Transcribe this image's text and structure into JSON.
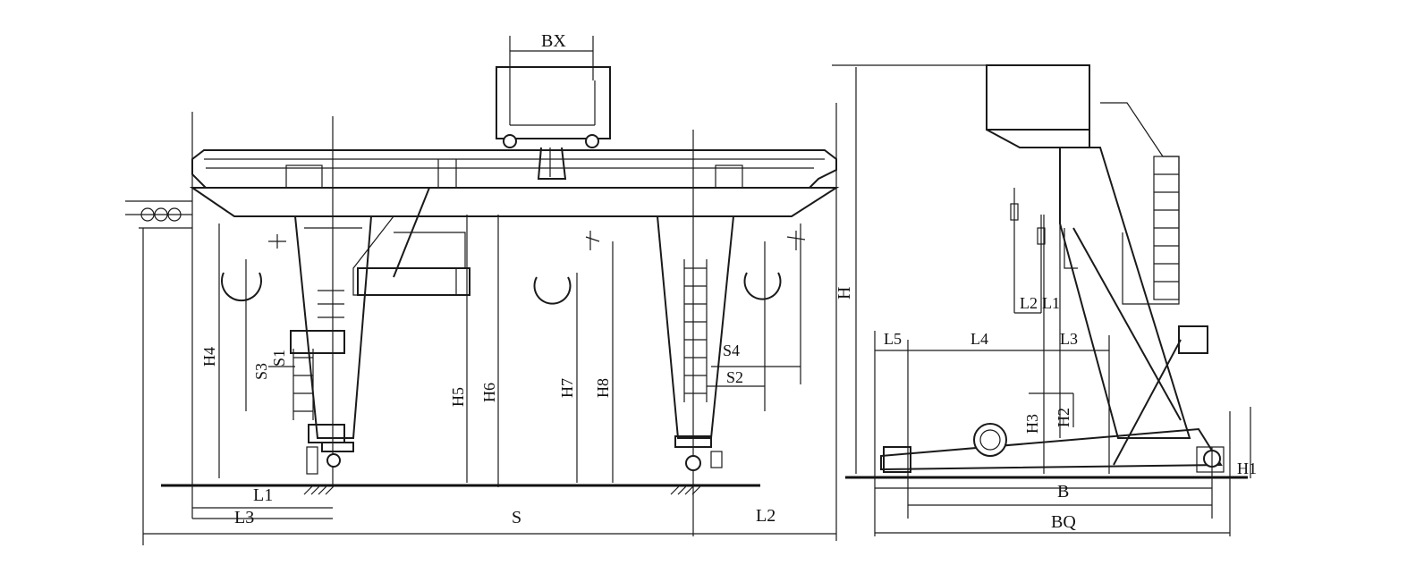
{
  "front_view": {
    "labels": {
      "bx": "BX",
      "h4": "H4",
      "h5": "H5",
      "h6": "H6",
      "h7": "H7",
      "h8": "H8",
      "s": "S",
      "s1": "S1",
      "s2": "S2",
      "s3": "S3",
      "s4": "S4",
      "l1": "L1",
      "l2": "L2",
      "l3": "L3"
    }
  },
  "side_view": {
    "labels": {
      "h": "H",
      "h1": "H1",
      "h2": "H2",
      "h3": "H3",
      "l1": "L1",
      "l2": "L2",
      "l3": "L3",
      "l4": "L4",
      "l5": "L5",
      "b": "B",
      "bq": "BQ"
    }
  }
}
